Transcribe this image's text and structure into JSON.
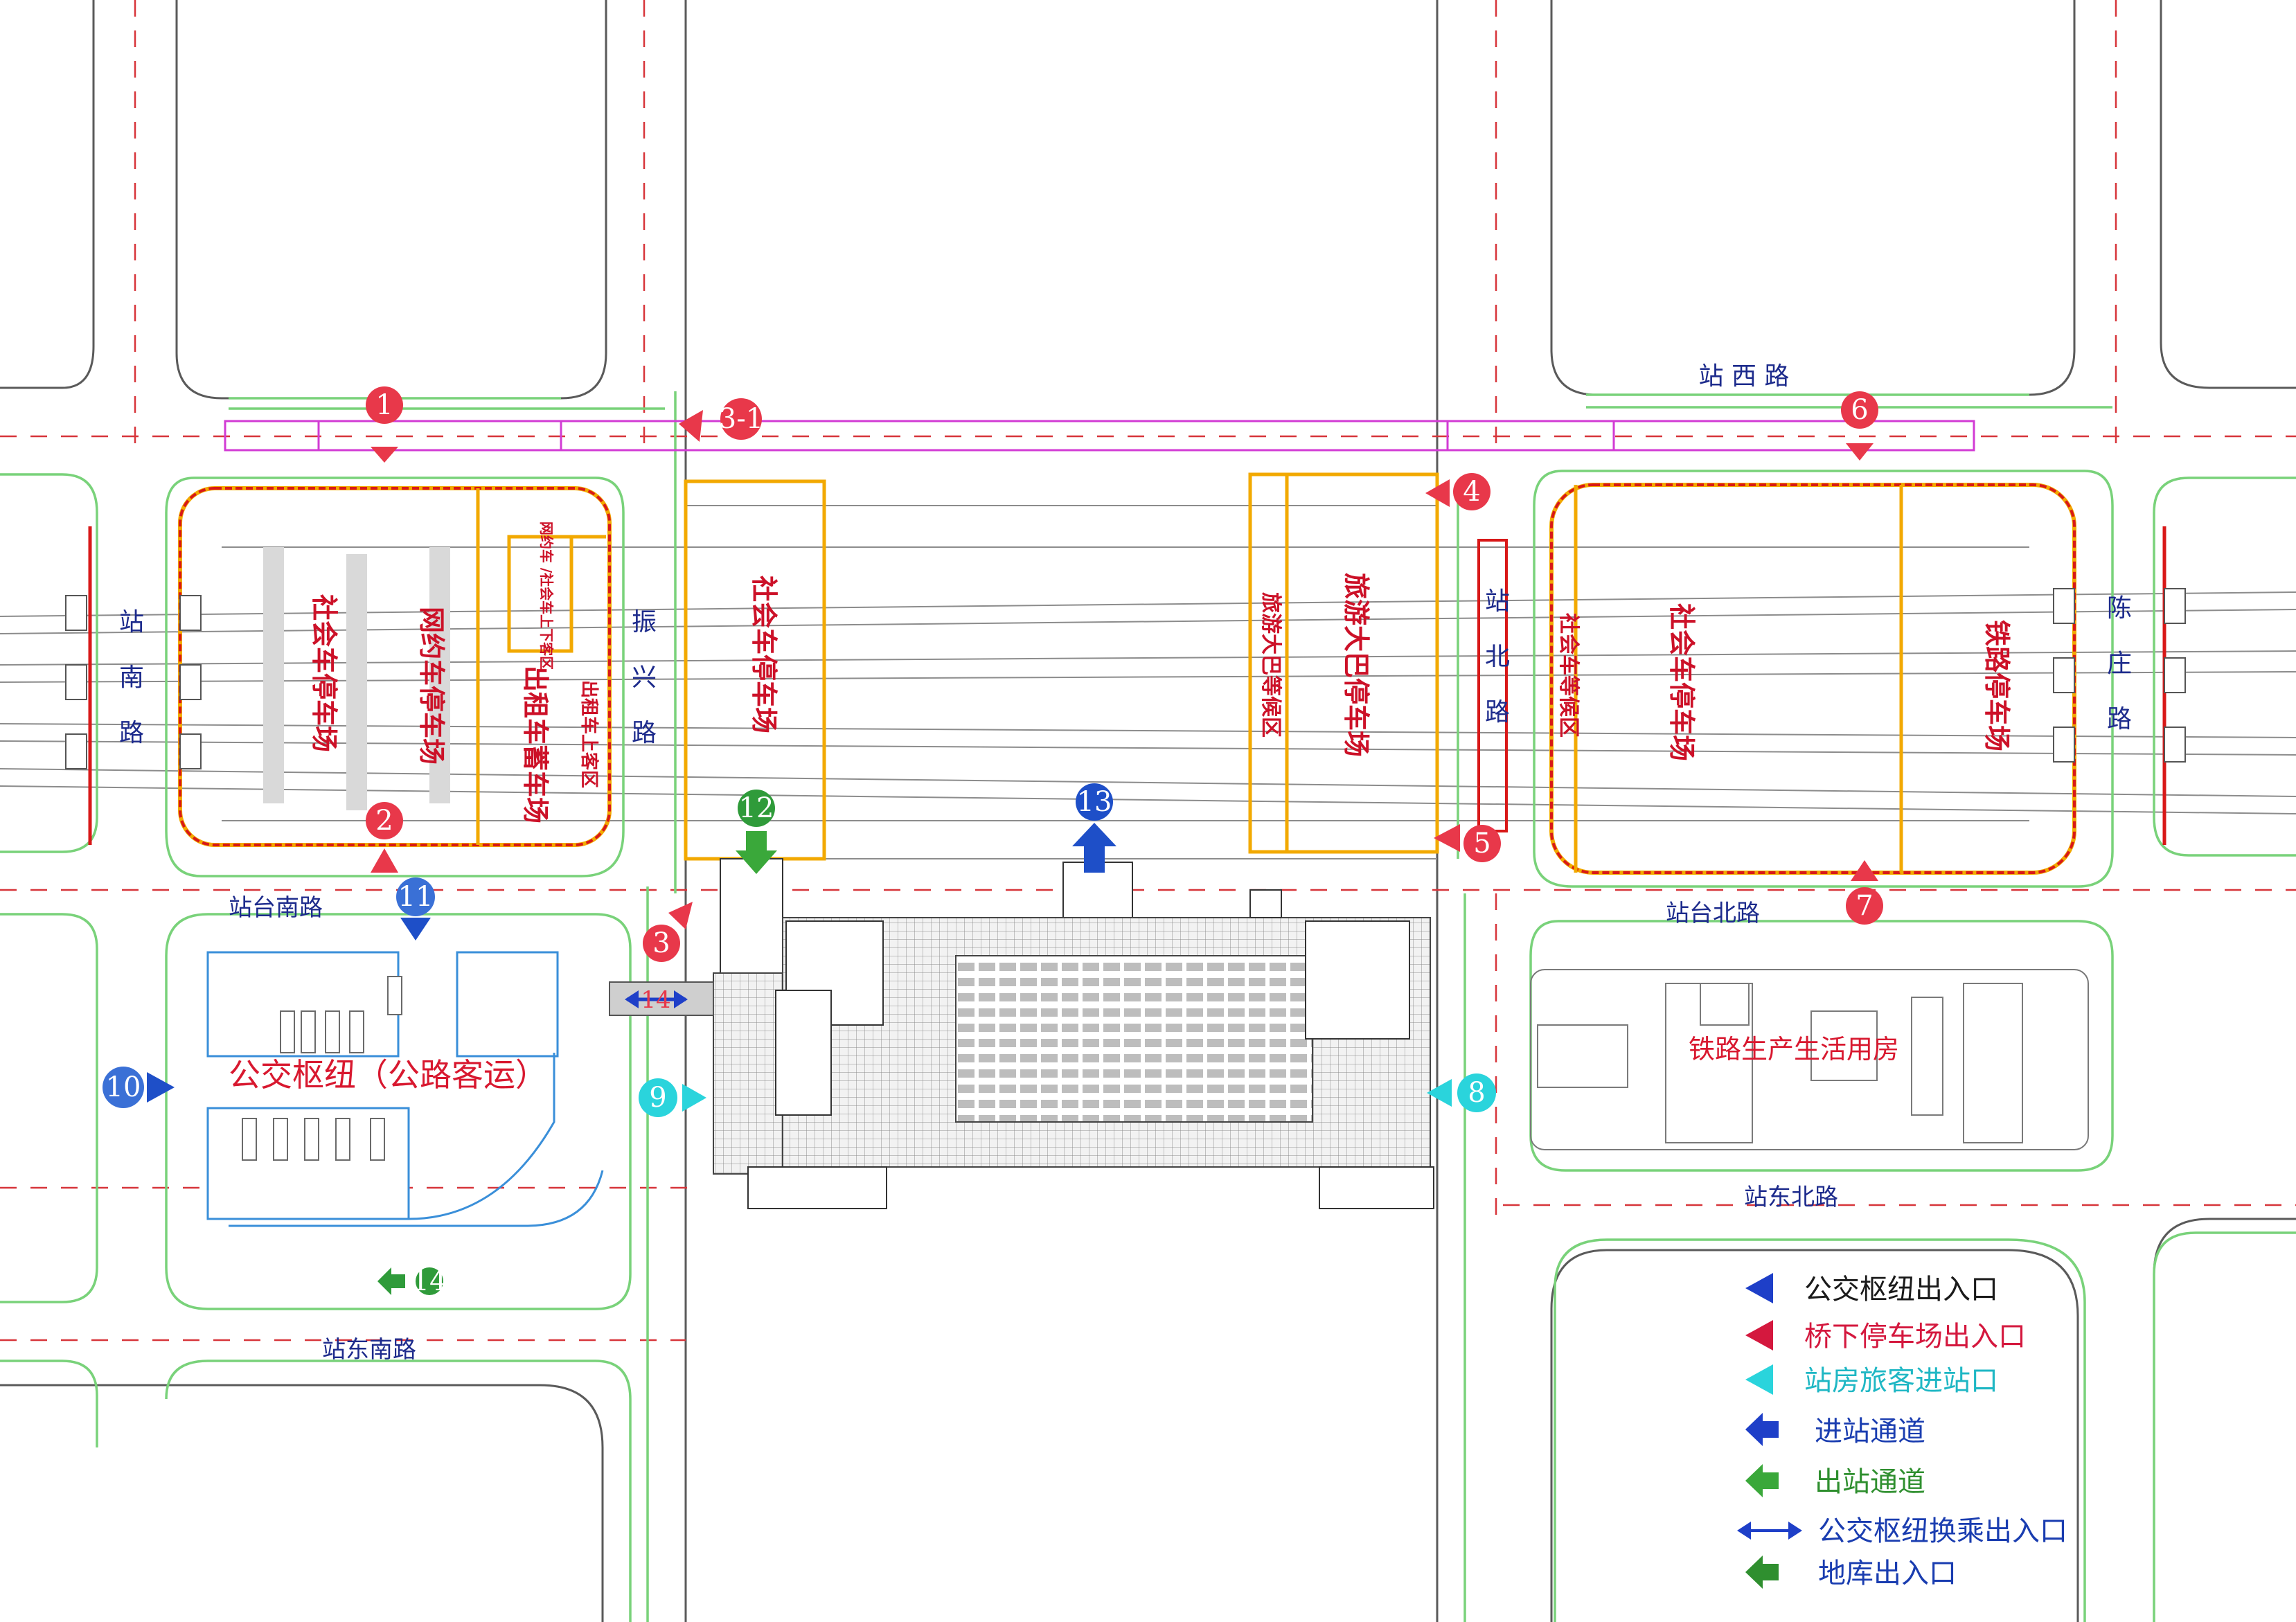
{
  "roads": {
    "zhan_xi": "站 西 路",
    "zhan_nan": [
      "站",
      "南",
      "路"
    ],
    "zhen_xing": [
      "振",
      "兴",
      "路"
    ],
    "zhan_bei": [
      "站",
      "北",
      "路"
    ],
    "chen_zhuang": [
      "陈",
      "庄",
      "路"
    ],
    "zhantai_nan": "站台南路",
    "zhantai_bei": "站台北路",
    "zhandong_bei": "站东北路",
    "zhandong_nan": "站东南路"
  },
  "zones": {
    "west_social": "社会车停车场",
    "west_ride_hailing": "网约车停车场",
    "taxi_storage": "出租车蓄车场",
    "taxi_pickup": "出租车上客区",
    "ride_hailing_pickup": "网约车\n/社会车上下客区",
    "center_social": "社会车停车场",
    "tour_bus_wait": "旅游大巴等候区",
    "tour_bus_park": "旅游大巴停车场",
    "east_social_wait": "社会车等候区",
    "east_social": "社会车停车场",
    "railway_park": "铁路停车场",
    "bus_hub": "公交枢纽（公路客运）",
    "railway_housing": "铁路生产生活用房"
  },
  "markers": [
    {
      "label": "1",
      "kind": "parking",
      "color": "#e8384a"
    },
    {
      "label": "2",
      "kind": "parking",
      "color": "#e8384a"
    },
    {
      "label": "3-1",
      "kind": "parking",
      "color": "#e8384a"
    },
    {
      "label": "3",
      "kind": "parking",
      "color": "#e8384a"
    },
    {
      "label": "4",
      "kind": "parking",
      "color": "#e8384a"
    },
    {
      "label": "5",
      "kind": "parking",
      "color": "#e8384a"
    },
    {
      "label": "6",
      "kind": "parking",
      "color": "#e8384a"
    },
    {
      "label": "7",
      "kind": "parking",
      "color": "#e8384a"
    },
    {
      "label": "8",
      "kind": "station-entrance",
      "color": "#2ad4dc"
    },
    {
      "label": "9",
      "kind": "station-entrance",
      "color": "#2ad4dc"
    },
    {
      "label": "10",
      "kind": "bus-hub",
      "color": "#3a70d6"
    },
    {
      "label": "11",
      "kind": "bus-hub",
      "color": "#3a70d6"
    },
    {
      "label": "12",
      "kind": "exit-passage",
      "color": "#2f9b3a"
    },
    {
      "label": "13",
      "kind": "entry-passage",
      "color": "#1e4fc8"
    },
    {
      "label": "14",
      "kind": "transfer",
      "color": "#3a70d6"
    },
    {
      "label": "14",
      "kind": "garage",
      "color": "#2f9b3a"
    }
  ],
  "legend": [
    {
      "icon": "blue-triangle-icon",
      "label": "公交枢纽出入口",
      "color": "#1a1a1a"
    },
    {
      "icon": "crimson-triangle-icon",
      "label": "桥下停车场出入口",
      "color": "#d4183e"
    },
    {
      "icon": "cyan-triangle-icon",
      "label": "站房旅客进站口",
      "color": "#1fb7c4"
    },
    {
      "icon": "blue-arrow-icon",
      "label": "进站通道",
      "color": "#1a3db0"
    },
    {
      "icon": "green-arrow-icon",
      "label": "出站通道",
      "color": "#2f8f2f"
    },
    {
      "icon": "double-arrow-icon",
      "label": "公交枢纽换乘出入口",
      "color": "#1a3db0"
    },
    {
      "icon": "dark-green-arrow-icon",
      "label": "地库出入口",
      "color": "#1a3db0"
    }
  ],
  "colors": {
    "road_label": "#1d2b8c",
    "zone_label": "#cc1128",
    "parking_marker": "#e8384a",
    "curb": "#79d27a",
    "zone_outline": "#f2a900"
  }
}
